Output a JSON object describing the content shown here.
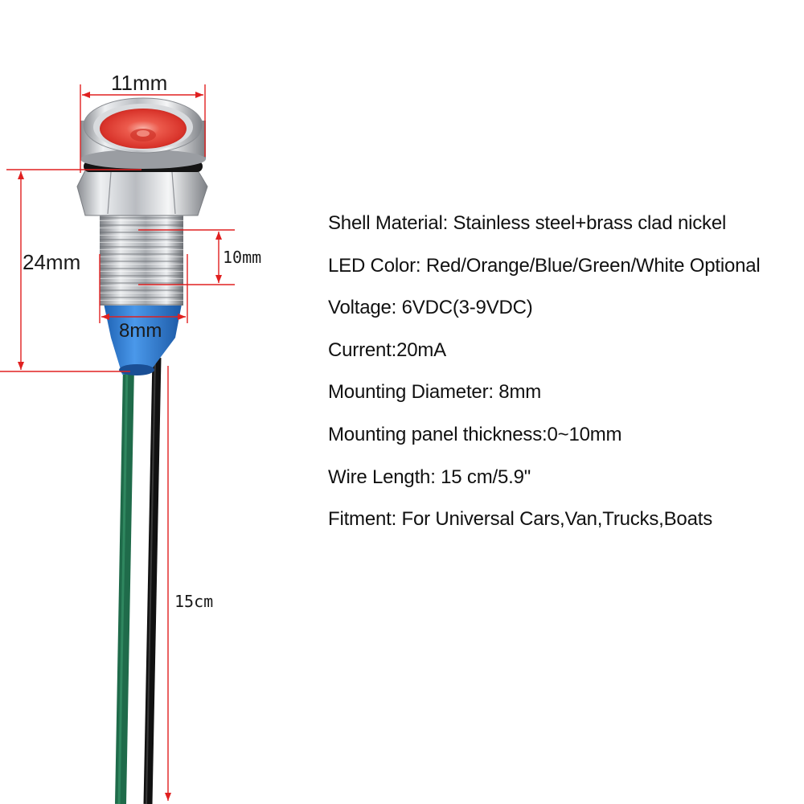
{
  "dimensions": {
    "top_width": "11mm",
    "total_height": "24mm",
    "thread_length": "10mm",
    "mount_diameter": "8mm",
    "wire_length": "15cm"
  },
  "specs": [
    "Shell Material: Stainless steel+brass clad nickel",
    "LED Color: Red/Orange/Blue/Green/White Optional",
    "Voltage: 6VDC(3-9VDC)",
    "Current:20mA",
    "Mounting Diameter: 8mm",
    "Mounting panel thickness:0~10mm",
    "Wire Length: 15 cm/5.9\"",
    "Fitment: For Universal Cars,Van,Trucks,Boats"
  ],
  "colors": {
    "dimension_line": "#e02020",
    "lens": "#e8433a",
    "boot": "#2f7fd6",
    "wire_green": "#1f6b4a",
    "wire_black": "#111111",
    "metal": "#c9ccd0"
  }
}
